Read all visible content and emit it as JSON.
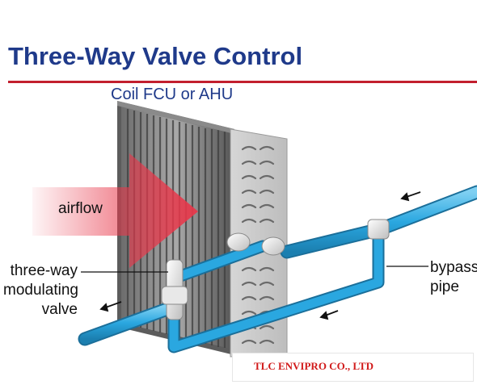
{
  "header": {
    "title": "Three-Way Valve Control",
    "subtitle": "Coil FCU or AHU"
  },
  "labels": {
    "airflow": "airflow",
    "valve_lines": [
      "three-way",
      "modulating",
      "valve"
    ],
    "bypass_lines": [
      "bypass",
      "pipe"
    ]
  },
  "stamp": {
    "text": "TLC ENVIPRO CO., LTD"
  },
  "colors": {
    "title": "#1f3a8a",
    "rule": "#c21f2e",
    "pipe": "#2aa7e0",
    "airflow_arrow": "#e8374a",
    "stamp_text": "#d11a1a"
  }
}
